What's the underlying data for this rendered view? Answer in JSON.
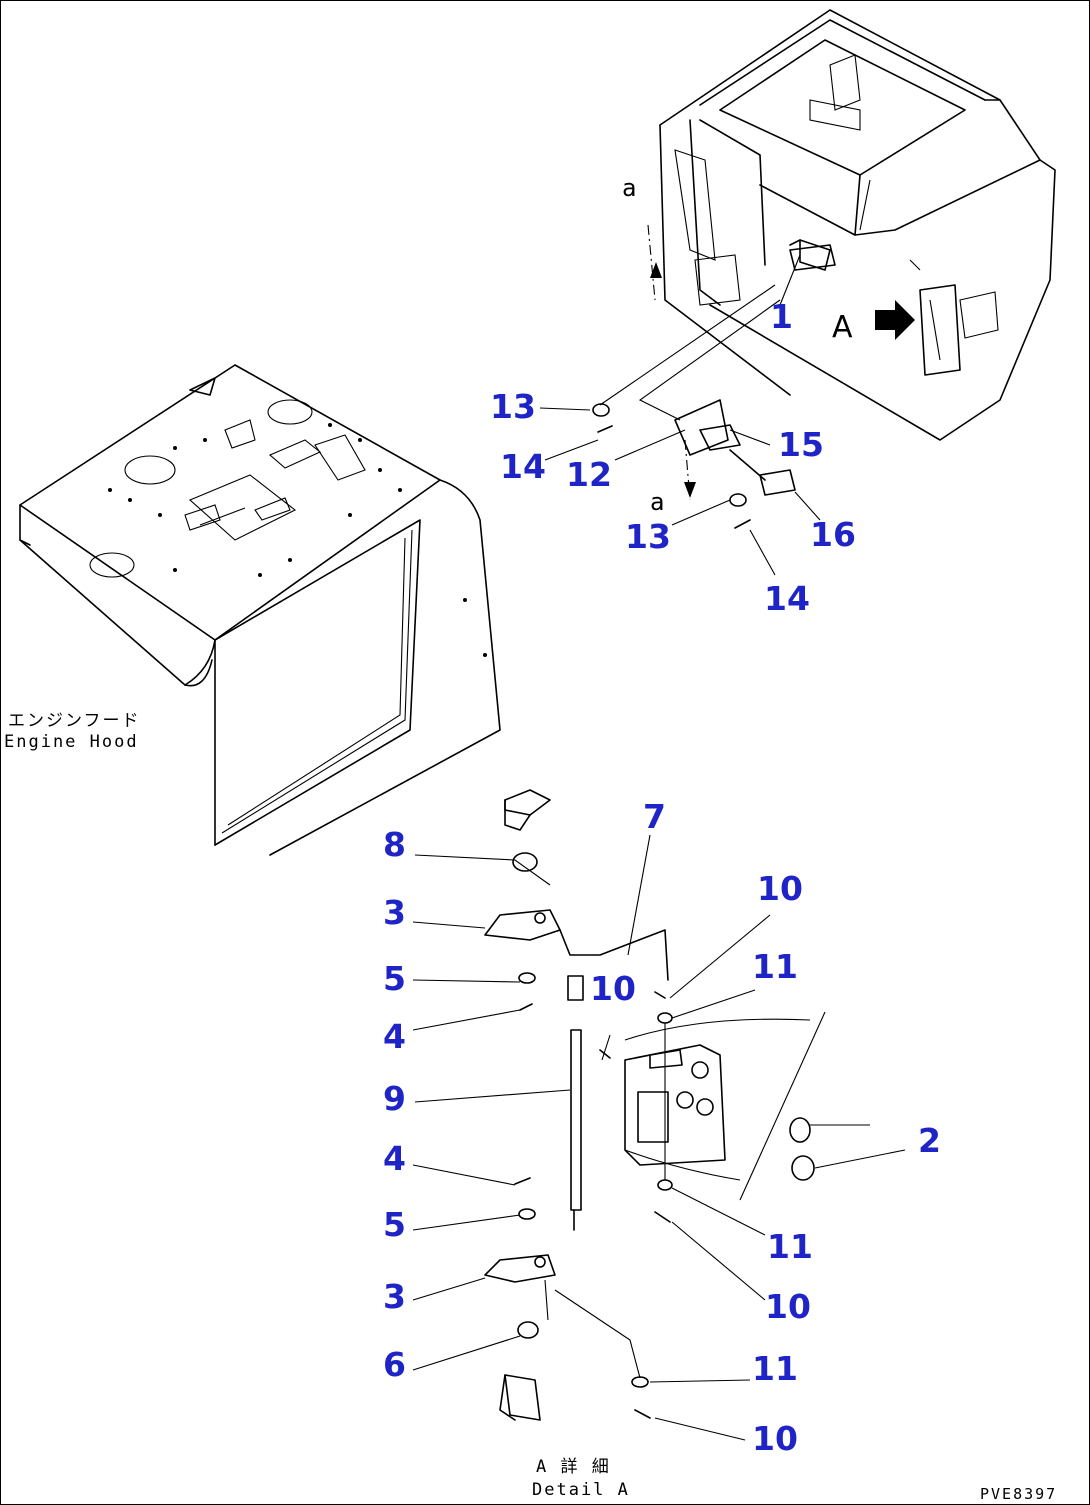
{
  "colors": {
    "callout": "#1f24c6",
    "line": "#000000",
    "background": "#ffffff"
  },
  "labels": {
    "engine_hood_jp": "エンジンフード",
    "engine_hood_en": "Engine Hood",
    "detail_jp": "A 詳 細",
    "detail_en": "Detail A",
    "view_marker": "A",
    "section_a_top": "a",
    "section_a_bottom": "a",
    "drawing_code": "PVE8397"
  },
  "callouts": [
    {
      "id": "c1",
      "text": "1"
    },
    {
      "id": "c13a",
      "text": "13"
    },
    {
      "id": "c14a",
      "text": "14"
    },
    {
      "id": "c12",
      "text": "12"
    },
    {
      "id": "c15",
      "text": "15"
    },
    {
      "id": "c13b",
      "text": "13"
    },
    {
      "id": "c16",
      "text": "16"
    },
    {
      "id": "c14b",
      "text": "14"
    },
    {
      "id": "c8",
      "text": "8"
    },
    {
      "id": "c7",
      "text": "7"
    },
    {
      "id": "c10a",
      "text": "10"
    },
    {
      "id": "c3a",
      "text": "3"
    },
    {
      "id": "c11a",
      "text": "11"
    },
    {
      "id": "c5a",
      "text": "5"
    },
    {
      "id": "c10b",
      "text": "10"
    },
    {
      "id": "c4a",
      "text": "4"
    },
    {
      "id": "c9",
      "text": "9"
    },
    {
      "id": "c2",
      "text": "2"
    },
    {
      "id": "c4b",
      "text": "4"
    },
    {
      "id": "c5b",
      "text": "5"
    },
    {
      "id": "c11b",
      "text": "11"
    },
    {
      "id": "c10c",
      "text": "10"
    },
    {
      "id": "c3b",
      "text": "3"
    },
    {
      "id": "c6",
      "text": "6"
    },
    {
      "id": "c11c",
      "text": "11"
    },
    {
      "id": "c10d",
      "text": "10"
    }
  ]
}
